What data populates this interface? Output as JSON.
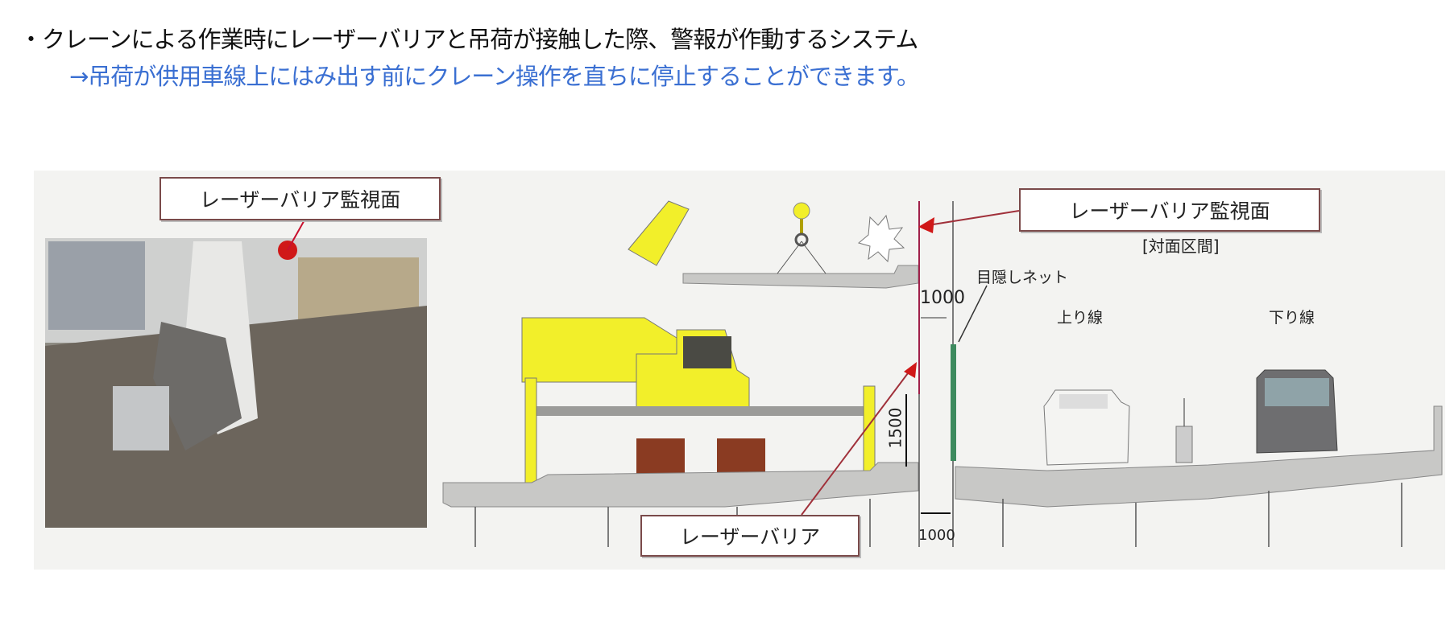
{
  "heading": {
    "bullet_text": "・クレーンによる作業時にレーザーバリアと吊荷が接触した際、警報が作動するシステム",
    "result_text": "→吊荷が供用車線上にはみ出す前にクレーン操作を直ちに停止することができます。"
  },
  "figure": {
    "photo_label": "レーザーバリア監視面",
    "monitor_label": "レーザーバリア監視面",
    "section_label": "[対面区間]",
    "net_label": "目隠しネット",
    "dim_top": "1000",
    "dim_height": "1500",
    "dim_bottom": "1000",
    "lane_up": "上り線",
    "lane_down": "下り線",
    "barrier_label": "レーザーバリア"
  },
  "colors": {
    "accent_blue": "#3a6fd2",
    "crane_yellow": "#f2ef2a",
    "laser_red": "#c8102e"
  }
}
